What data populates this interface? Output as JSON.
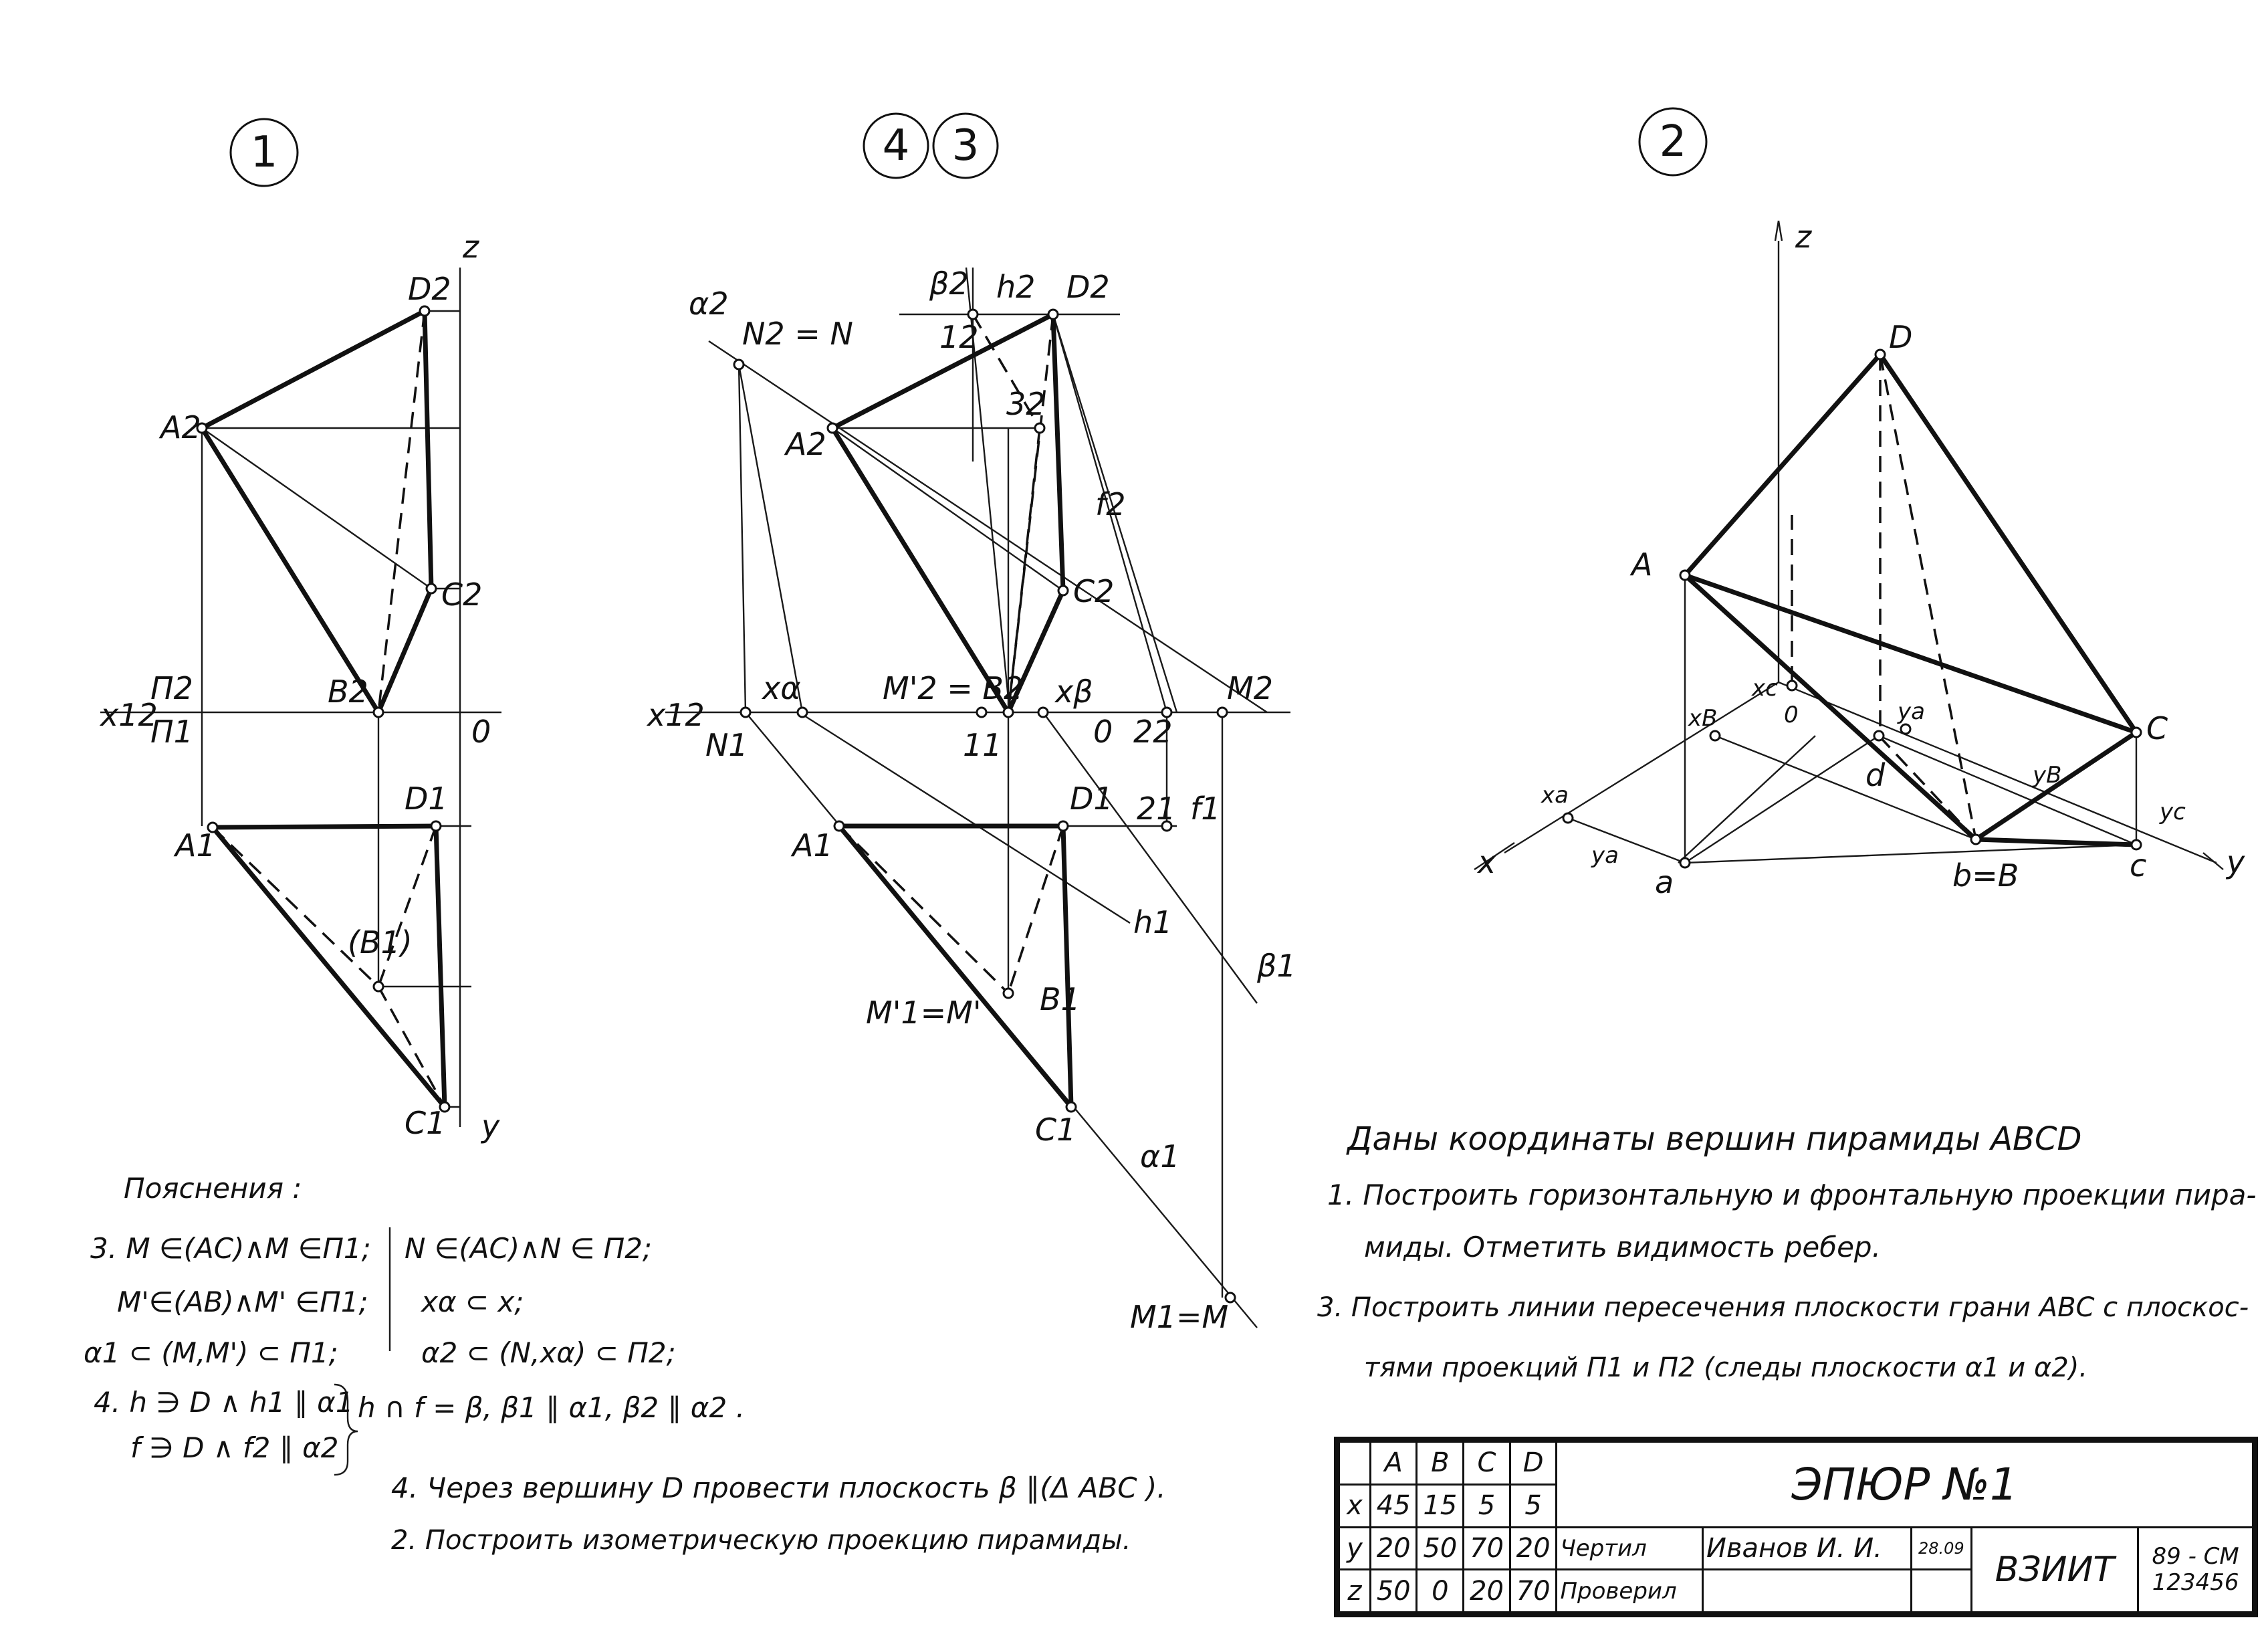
{
  "view_numbers": {
    "left": "1",
    "middle_a": "4",
    "middle_b": "3",
    "right": "2"
  },
  "view1": {
    "labels": {
      "z": "z",
      "y": "y",
      "D2": "D2",
      "A2": "A2",
      "C2": "C2",
      "B2": "B2",
      "P2": "П2",
      "P1": "П1",
      "x12": "x12",
      "o": "0",
      "D1": "D1",
      "A1": "A1",
      "B1": "(B1)",
      "C1": "C1"
    }
  },
  "view43": {
    "labels": {
      "alpha2": "α2",
      "N2N": "N2 = N",
      "beta2": "β2",
      "h2": "h2",
      "D2": "D2",
      "p12": "12",
      "p32": "32",
      "A2": "A2",
      "f2": "f2",
      "C2": "C2",
      "x12": "x12",
      "N1": "N1",
      "xa": "xα",
      "M2B2": "M'2 = B2",
      "xb": "xβ",
      "o": "0",
      "p22": "22",
      "M2": "M2",
      "p11": "11",
      "A1": "A1",
      "D1": "D1",
      "p21": "21",
      "f1": "f1",
      "h1": "h1",
      "beta1": "β1",
      "M1M": "M'1=M'",
      "B1": "B1",
      "C1": "C1",
      "alpha1": "α1",
      "M1eqM": "M1=M"
    }
  },
  "view2": {
    "labels": {
      "z": "z",
      "D": "D",
      "A": "A",
      "xc": "xc",
      "o": "0",
      "xb": "xB",
      "ya": "ya",
      "d": "d",
      "yb": "yB",
      "C": "C",
      "yc": "yc",
      "xa": "xa",
      "x": "x",
      "y": "y",
      "ya2": "ya",
      "a": "a",
      "bB": "b=B",
      "c": "c"
    }
  },
  "notes": {
    "heading": "Пояснения :",
    "lines": [
      "3. M ∈(AC)∧M ∈П1;",
      "M'∈(AB)∧M' ∈П1;",
      "α1 ⊂ (M,M') ⊂ П1;",
      "N ∈(AC)∧N ∈ П2;",
      "xα ⊂ x;",
      "α2 ⊂ (N,xα) ⊂ П2;",
      "4. h ∋ D ∧ h1 ∥ α1",
      "f ∋ D ∧ f2 ∥ α2",
      "h ∩ f = β,  β1 ∥ α1,   β2 ∥ α2 ."
    ]
  },
  "tasks": {
    "given": "Даны координаты вершин пирамиды ABCD",
    "t1a": "1. Построить горизонтальную и фронтальную проекции пира-",
    "t1b": "миды. Отметить видимость ребер.",
    "t3a": "3. Построить линии пересечения плоскости грани ABC  с плоскос-",
    "t3b": "тями проекций П1 и П2 (следы плоскости α1 и α2).",
    "t4": "4. Через вершину  D  провести плоскость  β ∥(Δ ABC ).",
    "t2": "2. Построить изометрическую проекцию пирамиды."
  },
  "stamp": {
    "headers": [
      "A",
      "B",
      "C",
      "D"
    ],
    "rows": [
      {
        "axis": "x",
        "values": [
          "45",
          "15",
          "5",
          "5"
        ]
      },
      {
        "axis": "y",
        "values": [
          "20",
          "50",
          "70",
          "20"
        ]
      },
      {
        "axis": "z",
        "values": [
          "50",
          "0",
          "20",
          "70"
        ]
      }
    ],
    "title": "ЭПЮР №1",
    "drew_label": "Чертил",
    "drew_name": "Иванов И. И.",
    "date": "28.09",
    "checked_label": "Проверил",
    "org": "ВЗИИТ",
    "code1": "89 - СМ",
    "code2": "123456"
  }
}
